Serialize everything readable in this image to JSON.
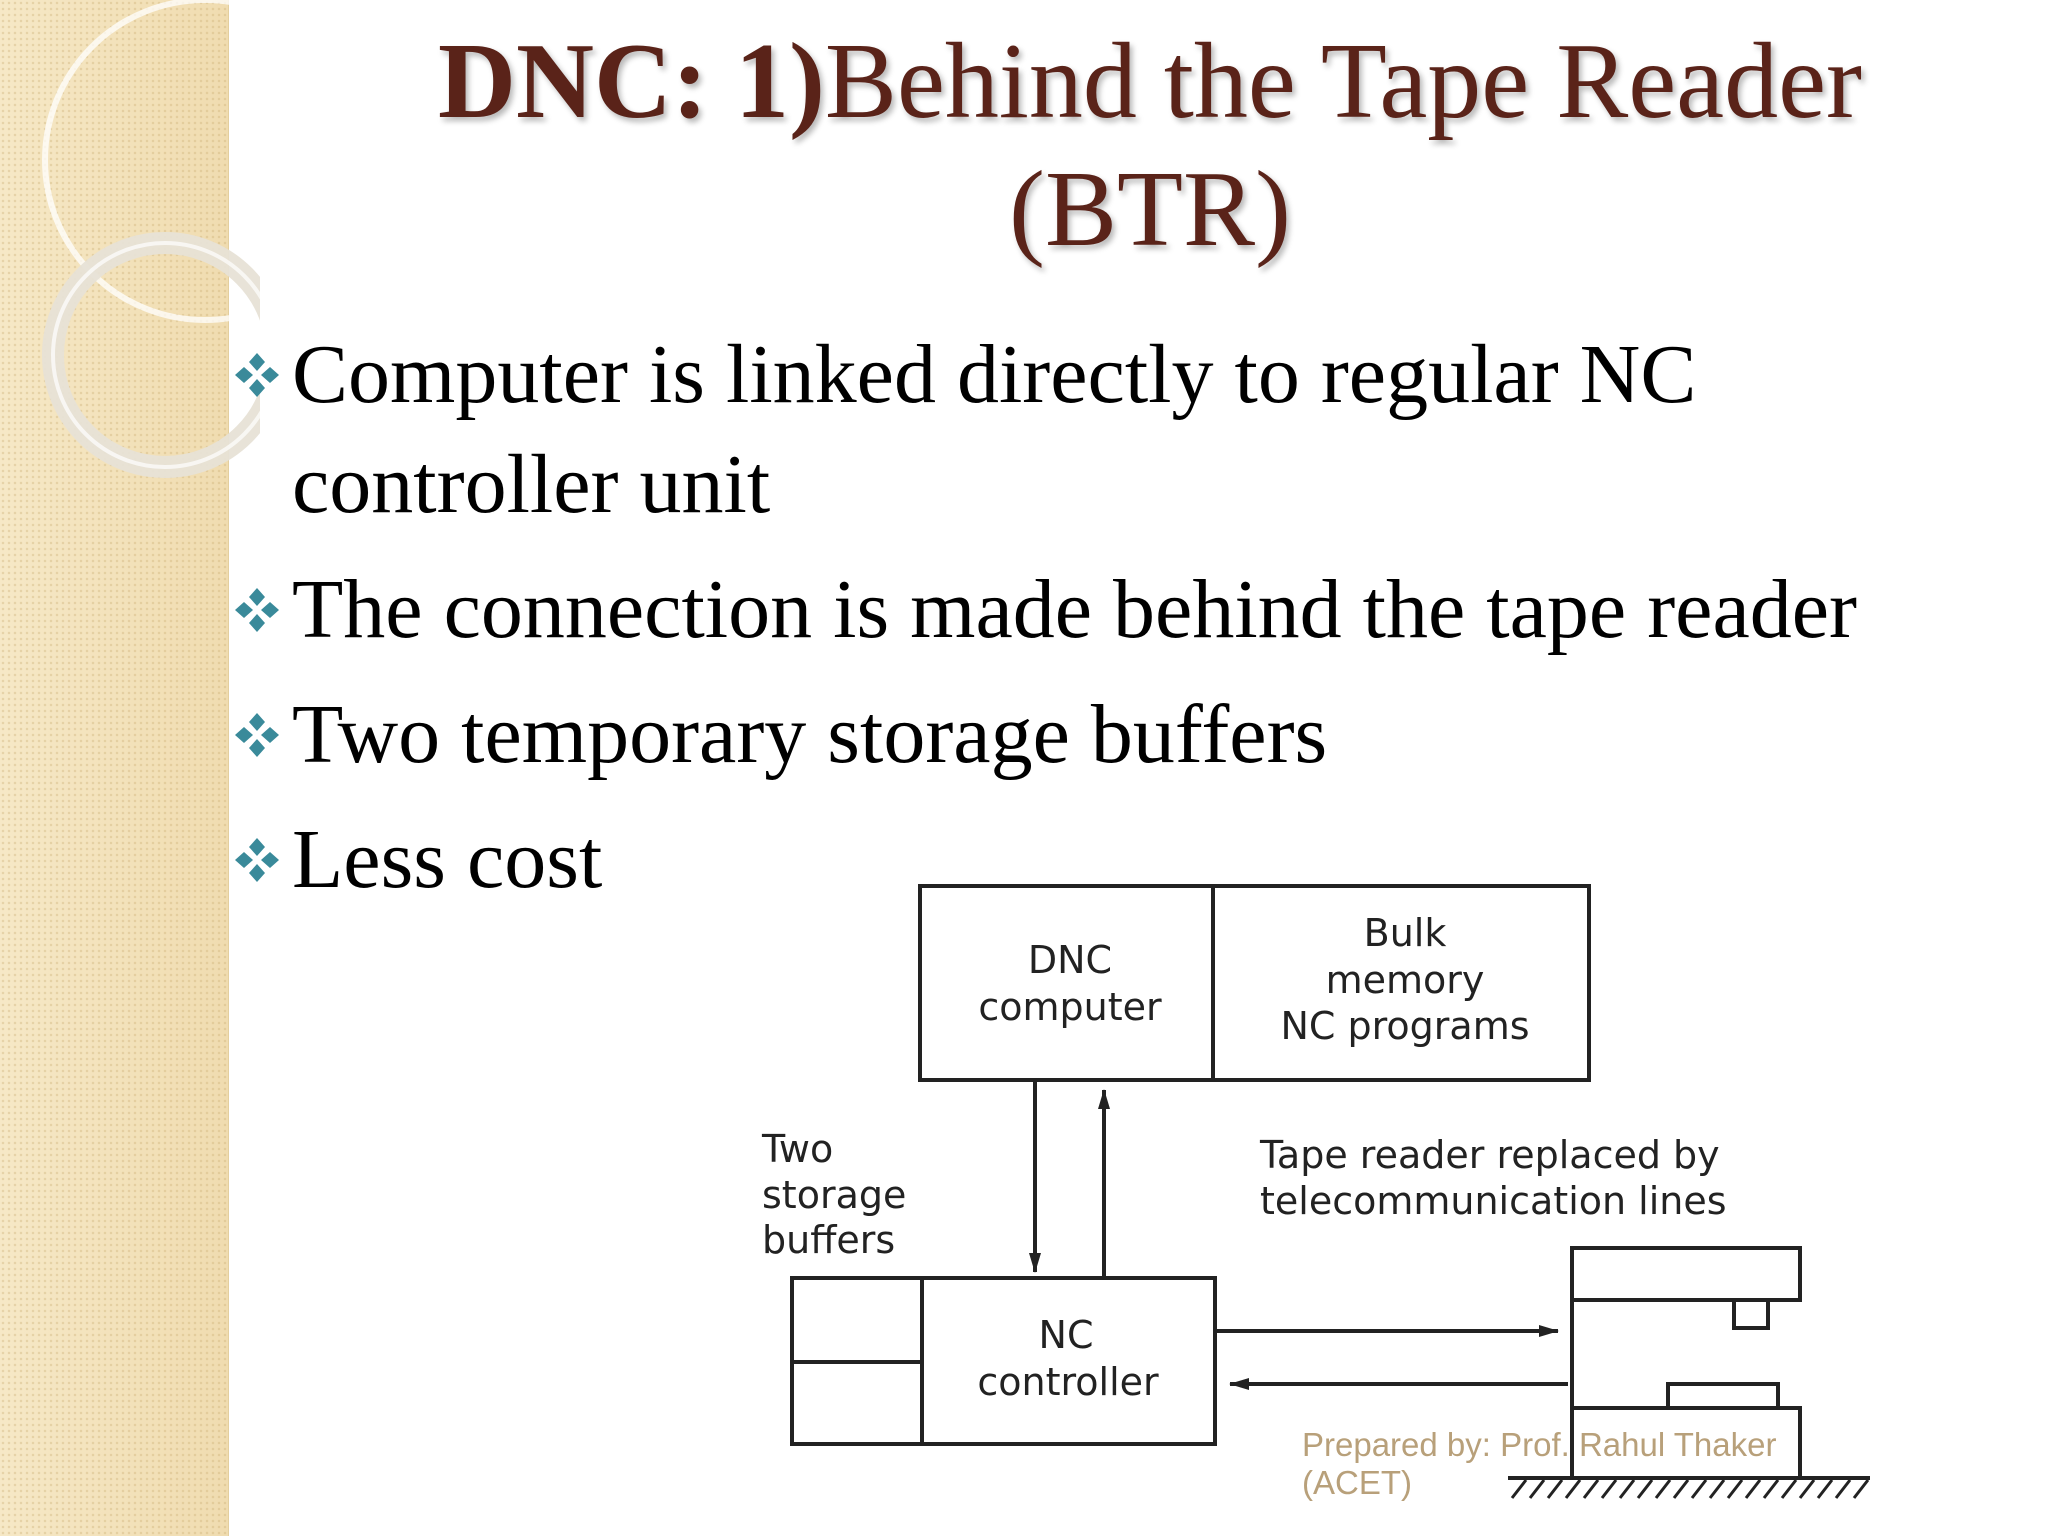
{
  "slide": {
    "title_bold": "DNC: 1)",
    "title_rest": "Behind the Tape Reader (BTR)",
    "bullets": [
      "Computer is linked directly to regular NC controller unit",
      "The connection is made behind the tape reader",
      "Two temporary storage buffers",
      "Less cost"
    ],
    "bullet_icon": "four-diamond-bullet-icon",
    "colors": {
      "title": "#5a2319",
      "bullet_icon": "#3a8a9a",
      "sidebar": "#f3e3bd",
      "footer": "#b8a07a"
    }
  },
  "diagram": {
    "dnc_computer_line1": "DNC",
    "dnc_computer_line2": "computer",
    "bulk_line1": "Bulk",
    "bulk_line2": "memory",
    "bulk_line3": "NC programs",
    "buffers_line1": "Two",
    "buffers_line2": "storage",
    "buffers_line3": "buffers",
    "tape_line1": "Tape reader replaced by",
    "tape_line2": "telecommunication lines",
    "nc_line1": "NC",
    "nc_line2": "controller"
  },
  "footer": {
    "text": "Prepared by: Prof. Rahul Thaker\n(ACET)"
  }
}
